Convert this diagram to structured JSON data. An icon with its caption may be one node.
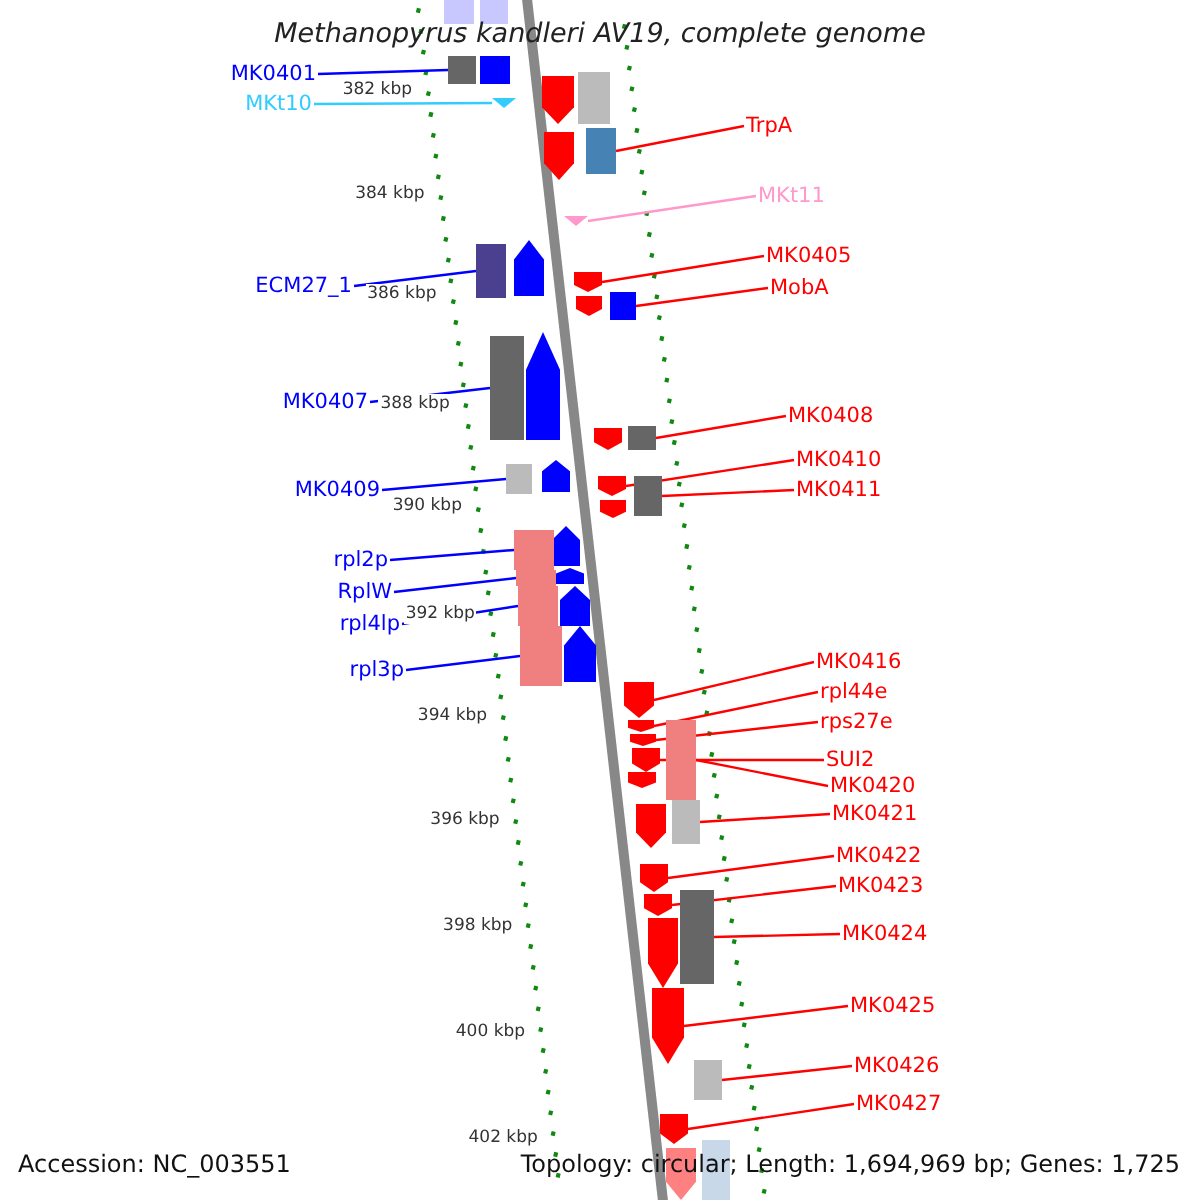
{
  "diagram": {
    "title": "Methanopyrus kandleri AV19, complete genome",
    "nodes": [
      {
        "text": [
          "MK0401"
        ]
      },
      {
        "text": [],
        "shape": "box"
      },
      {
        "text": [
          "MKt10"
        ]
      },
      {
        "text": [],
        "shape": "triangle"
      },
      {
        "text": [
          "ECM27_1"
        ]
      },
      {
        "text": [],
        "shape": "box"
      },
      {
        "text": [
          "MK0407"
        ]
      },
      {
        "text": [],
        "shape": "box"
      },
      {
        "text": [
          "MK0409"
        ]
      },
      {
        "text": [],
        "shape": "box"
      },
      {
        "text": [
          "rpl2p"
        ]
      },
      {
        "text": [],
        "shape": "box"
      },
      {
        "text": [
          "RplW"
        ]
      },
      {
        "text": [],
        "shape": "box"
      },
      {
        "text": [
          "rpl4lp"
        ]
      },
      {
        "text": [],
        "shape": "box"
      },
      {
        "text": [
          "rpl3p"
        ]
      },
      {
        "text": [],
        "shape": "box"
      },
      {
        "text": [
          "TrpA"
        ]
      },
      {
        "text": [],
        "shape": "box"
      },
      {
        "text": [
          "MKt11"
        ]
      },
      {
        "text": [],
        "shape": "triangle"
      },
      {
        "text": [
          "MK0405"
        ]
      },
      {
        "text": [],
        "shape": "pentagon"
      },
      {
        "text": [
          "MobA"
        ]
      },
      {
        "text": [],
        "shape": "box"
      },
      {
        "text": [
          "MK0408"
        ]
      },
      {
        "text": [],
        "shape": "box"
      },
      {
        "text": [
          "MK0410"
        ]
      },
      {
        "text": [],
        "shape": "pentagon"
      },
      {
        "text": [
          "MK0411"
        ]
      },
      {
        "text": [],
        "shape": "box"
      },
      {
        "text": [
          "MK0416"
        ]
      },
      {
        "text": [],
        "shape": "pentagon"
      },
      {
        "text": [
          "rpl44e"
        ]
      },
      {
        "text": [],
        "shape": "pentagon"
      },
      {
        "text": [
          "rps27e"
        ]
      },
      {
        "text": [],
        "shape": "pentagon"
      },
      {
        "text": [
          "SUI2"
        ]
      },
      {
        "text": [],
        "shape": "pentagon"
      },
      {
        "text": [
          "MK0420"
        ]
      },
      {
        "text": [],
        "shape": "box"
      },
      {
        "text": [
          "MK0421"
        ]
      },
      {
        "text": [],
        "shape": "box"
      },
      {
        "text": [
          "MK0422"
        ]
      },
      {
        "text": [],
        "shape": "pentagon"
      },
      {
        "text": [
          "MK0423"
        ]
      },
      {
        "text": [],
        "shape": "pentagon"
      },
      {
        "text": [
          "MK0424"
        ]
      },
      {
        "text": [],
        "shape": "box"
      },
      {
        "text": [
          "MK0425"
        ]
      },
      {
        "text": [],
        "shape": "pentagon"
      },
      {
        "text": [
          "MK0426"
        ]
      },
      {
        "text": [],
        "shape": "box"
      },
      {
        "text": [
          "MK0427"
        ]
      },
      {
        "text": [],
        "shape": "pentagon"
      }
    ],
    "edges": [
      {
        "from": 0,
        "to": 1,
        "arrow": "none",
        "color": "#0000ff"
      },
      {
        "from": 2,
        "to": 3,
        "arrow": "none",
        "color": "#33ccff"
      },
      {
        "from": 4,
        "to": 5,
        "arrow": "none",
        "color": "#0000ff"
      },
      {
        "from": 6,
        "to": 7,
        "arrow": "none",
        "color": "#0000ff"
      },
      {
        "from": 8,
        "to": 9,
        "arrow": "none",
        "color": "#0000ff"
      },
      {
        "from": 10,
        "to": 11,
        "arrow": "none",
        "color": "#0000ff"
      },
      {
        "from": 12,
        "to": 13,
        "arrow": "none",
        "color": "#0000ff"
      },
      {
        "from": 14,
        "to": 15,
        "arrow": "none",
        "color": "#0000ff"
      },
      {
        "from": 16,
        "to": 17,
        "arrow": "none",
        "color": "#0000ff"
      },
      {
        "from": 18,
        "to": 19,
        "arrow": "none"
      },
      {
        "from": 20,
        "to": 21,
        "arrow": "none",
        "color": "#ff99cc"
      },
      {
        "from": 22,
        "to": 23,
        "arrow": "none"
      },
      {
        "from": 24,
        "to": 25,
        "arrow": "none"
      },
      {
        "from": 26,
        "to": 27,
        "arrow": "none"
      },
      {
        "from": 28,
        "to": 29,
        "arrow": "none"
      },
      {
        "from": 30,
        "to": 31,
        "arrow": "none"
      },
      {
        "from": 32,
        "to": 33,
        "arrow": "none"
      },
      {
        "from": 34,
        "to": 35,
        "arrow": "none"
      },
      {
        "from": 36,
        "to": 37,
        "arrow": "none"
      },
      {
        "from": 38,
        "to": 39,
        "arrow": "none"
      },
      {
        "from": 40,
        "to": 41,
        "arrow": "none"
      },
      {
        "from": 42,
        "to": 43,
        "arrow": "none"
      },
      {
        "from": 44,
        "to": 45,
        "arrow": "none"
      },
      {
        "from": 46,
        "to": 47,
        "arrow": "none"
      },
      {
        "from": 48,
        "to": 49,
        "arrow": "none"
      },
      {
        "from": 50,
        "to": 51,
        "arrow": "none"
      },
      {
        "from": 52,
        "to": 53,
        "arrow": "none"
      },
      {
        "from": 54,
        "to": 55,
        "arrow": "none"
      }
    ],
    "labels": [
      "382 kbp",
      "384 kbp",
      "386 kbp",
      "388 kbp",
      "390 kbp",
      "392 kbp",
      "394 kbp",
      "396 kbp",
      "398 kbp",
      "400 kbp",
      "402 kbp",
      "Accession: NC_003551",
      "Topology: circular; Length: 1,694,969 bp; Genes: 1,725"
    ]
  }
}
